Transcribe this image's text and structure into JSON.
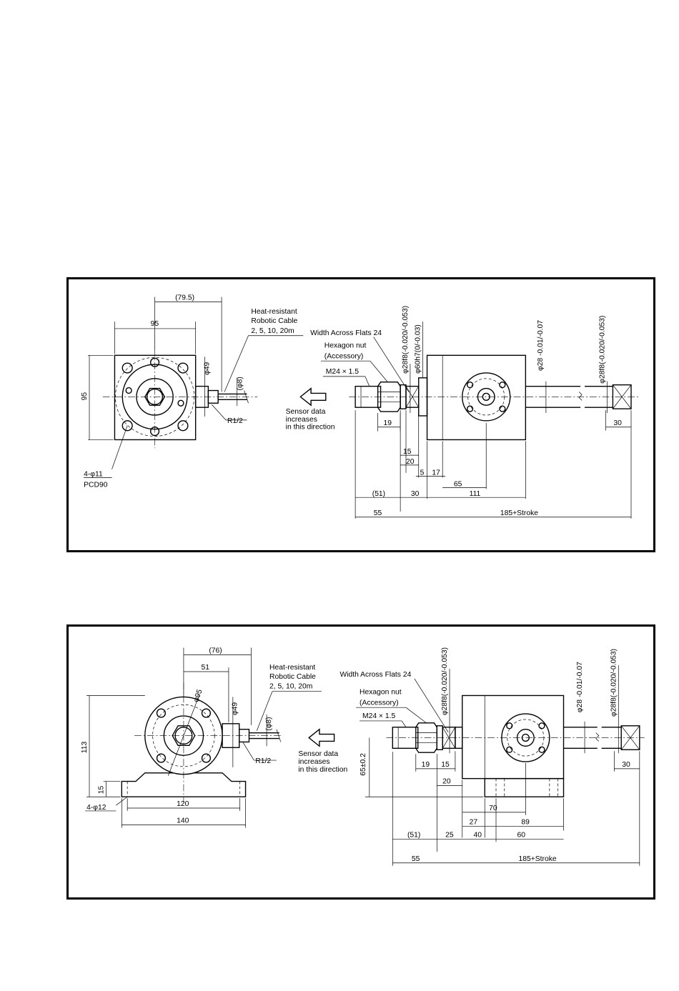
{
  "drawing_1": {
    "dim_79_5": "(79.5)",
    "dim_95_w": "95",
    "dim_95_h": "95",
    "dim_phi49": "φ49",
    "dim_phi8": "(φ8)",
    "r_half": "R1/2",
    "holes_line1": "4-φ11",
    "holes_line2": "PCD90",
    "cable_line1": "Heat-resistant",
    "cable_line2": "Robotic Cable",
    "cable_line3": "2, 5, 10, 20m",
    "flats": "Width Across Flats 24",
    "nut_line1": "Hexagon nut",
    "nut_line2": "(Accessory)",
    "thread": "M24 × 1.5",
    "sensor_line1": "Sensor data",
    "sensor_line2": "increases",
    "sensor_line3": "in this direction",
    "tol_28f8": "φ28f8(-0.020/-0.053)",
    "tol_60h7": "φ60h7(0/-0.03)",
    "tol_28": "φ28 -0.01/-0.07",
    "tol_28f8_rod": "φ28f8(-0.020/-0.053)",
    "dim_19": "19",
    "dim_15": "15",
    "dim_20": "20",
    "dim_5": "5",
    "dim_17": "17",
    "dim_65": "65",
    "dim_51": "(51)",
    "dim_30_a": "30",
    "dim_111": "111",
    "dim_55": "55",
    "dim_stroke": "185+Stroke",
    "dim_30_b": "30"
  },
  "drawing_2": {
    "dim_76": "(76)",
    "dim_51": "51",
    "dim_phi95": "φ95",
    "dim_phi49": "φ49",
    "dim_phi8": "(φ8)",
    "r_half": "R1/2",
    "dim_113": "113",
    "dim_15": "15",
    "holes": "4-φ12",
    "dim_120": "120",
    "dim_140": "140",
    "cable_line1": "Heat-resistant",
    "cable_line2": "Robotic Cable",
    "cable_line3": "2, 5, 10, 20m",
    "flats": "Width Across Flats 24",
    "nut_line1": "Hexagon nut",
    "nut_line2": "(Accessory)",
    "thread": "M24 × 1.5",
    "sensor_line1": "Sensor data",
    "sensor_line2": "increases",
    "sensor_line3": "in this direction",
    "dim_65_tol": "65±0.2",
    "tol_28f8": "φ28f8(-0.020/-0.053)",
    "tol_28": "φ28 -0.01/-0.07",
    "tol_28f8_rod": "φ28f8(-0.020/-0.053)",
    "dim_19": "19",
    "dim_15b": "15",
    "dim_20": "20",
    "dim_30": "30",
    "dim_70": "70",
    "dim_27": "27",
    "dim_89": "89",
    "dim_51b": "(51)",
    "dim_25": "25",
    "dim_40": "40",
    "dim_60": "60",
    "dim_55": "55",
    "dim_stroke": "185+Stroke"
  }
}
